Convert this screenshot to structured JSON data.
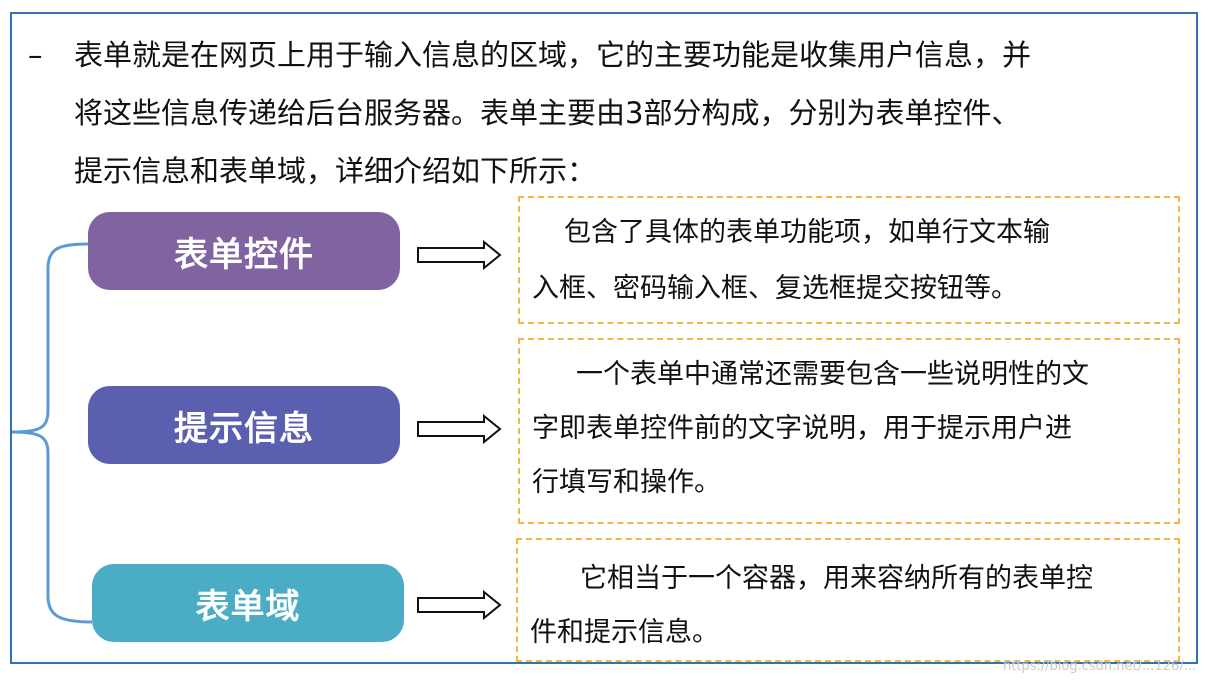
{
  "intro": {
    "dash": "–",
    "lines": [
      "表单就是在网页上用于输入信息的区域，它的主要功能是收集用户信息，并",
      "将这些信息传递给后台服务器。表单主要由3部分构成，分别为表单控件、",
      "提示信息和表单域，详细介绍如下所示："
    ]
  },
  "items": [
    {
      "label": "表单控件",
      "color": "#8064a2",
      "desc_lines": [
        "包含了具体的表单功能项，如单行文本输",
        "入框、密码输入框、复选框提交按钮等。"
      ]
    },
    {
      "label": "提示信息",
      "color": "#5b5fb0",
      "desc_lines": [
        "一个表单中通常还需要包含一些说明性的文",
        "字即表单控件前的文字说明，用于提示用户进",
        "行填写和操作。"
      ]
    },
    {
      "label": "表单域",
      "color": "#4bacc6",
      "desc_lines": [
        "它相当于一个容器，用来容纳所有的表单控",
        "件和提示信息。"
      ]
    }
  ],
  "colors": {
    "frame": "#2e74b5",
    "brace": "#5b9bd5",
    "dashed_border": "#f2b64b"
  },
  "watermark": "https://blog.csdn.net/...126/..."
}
